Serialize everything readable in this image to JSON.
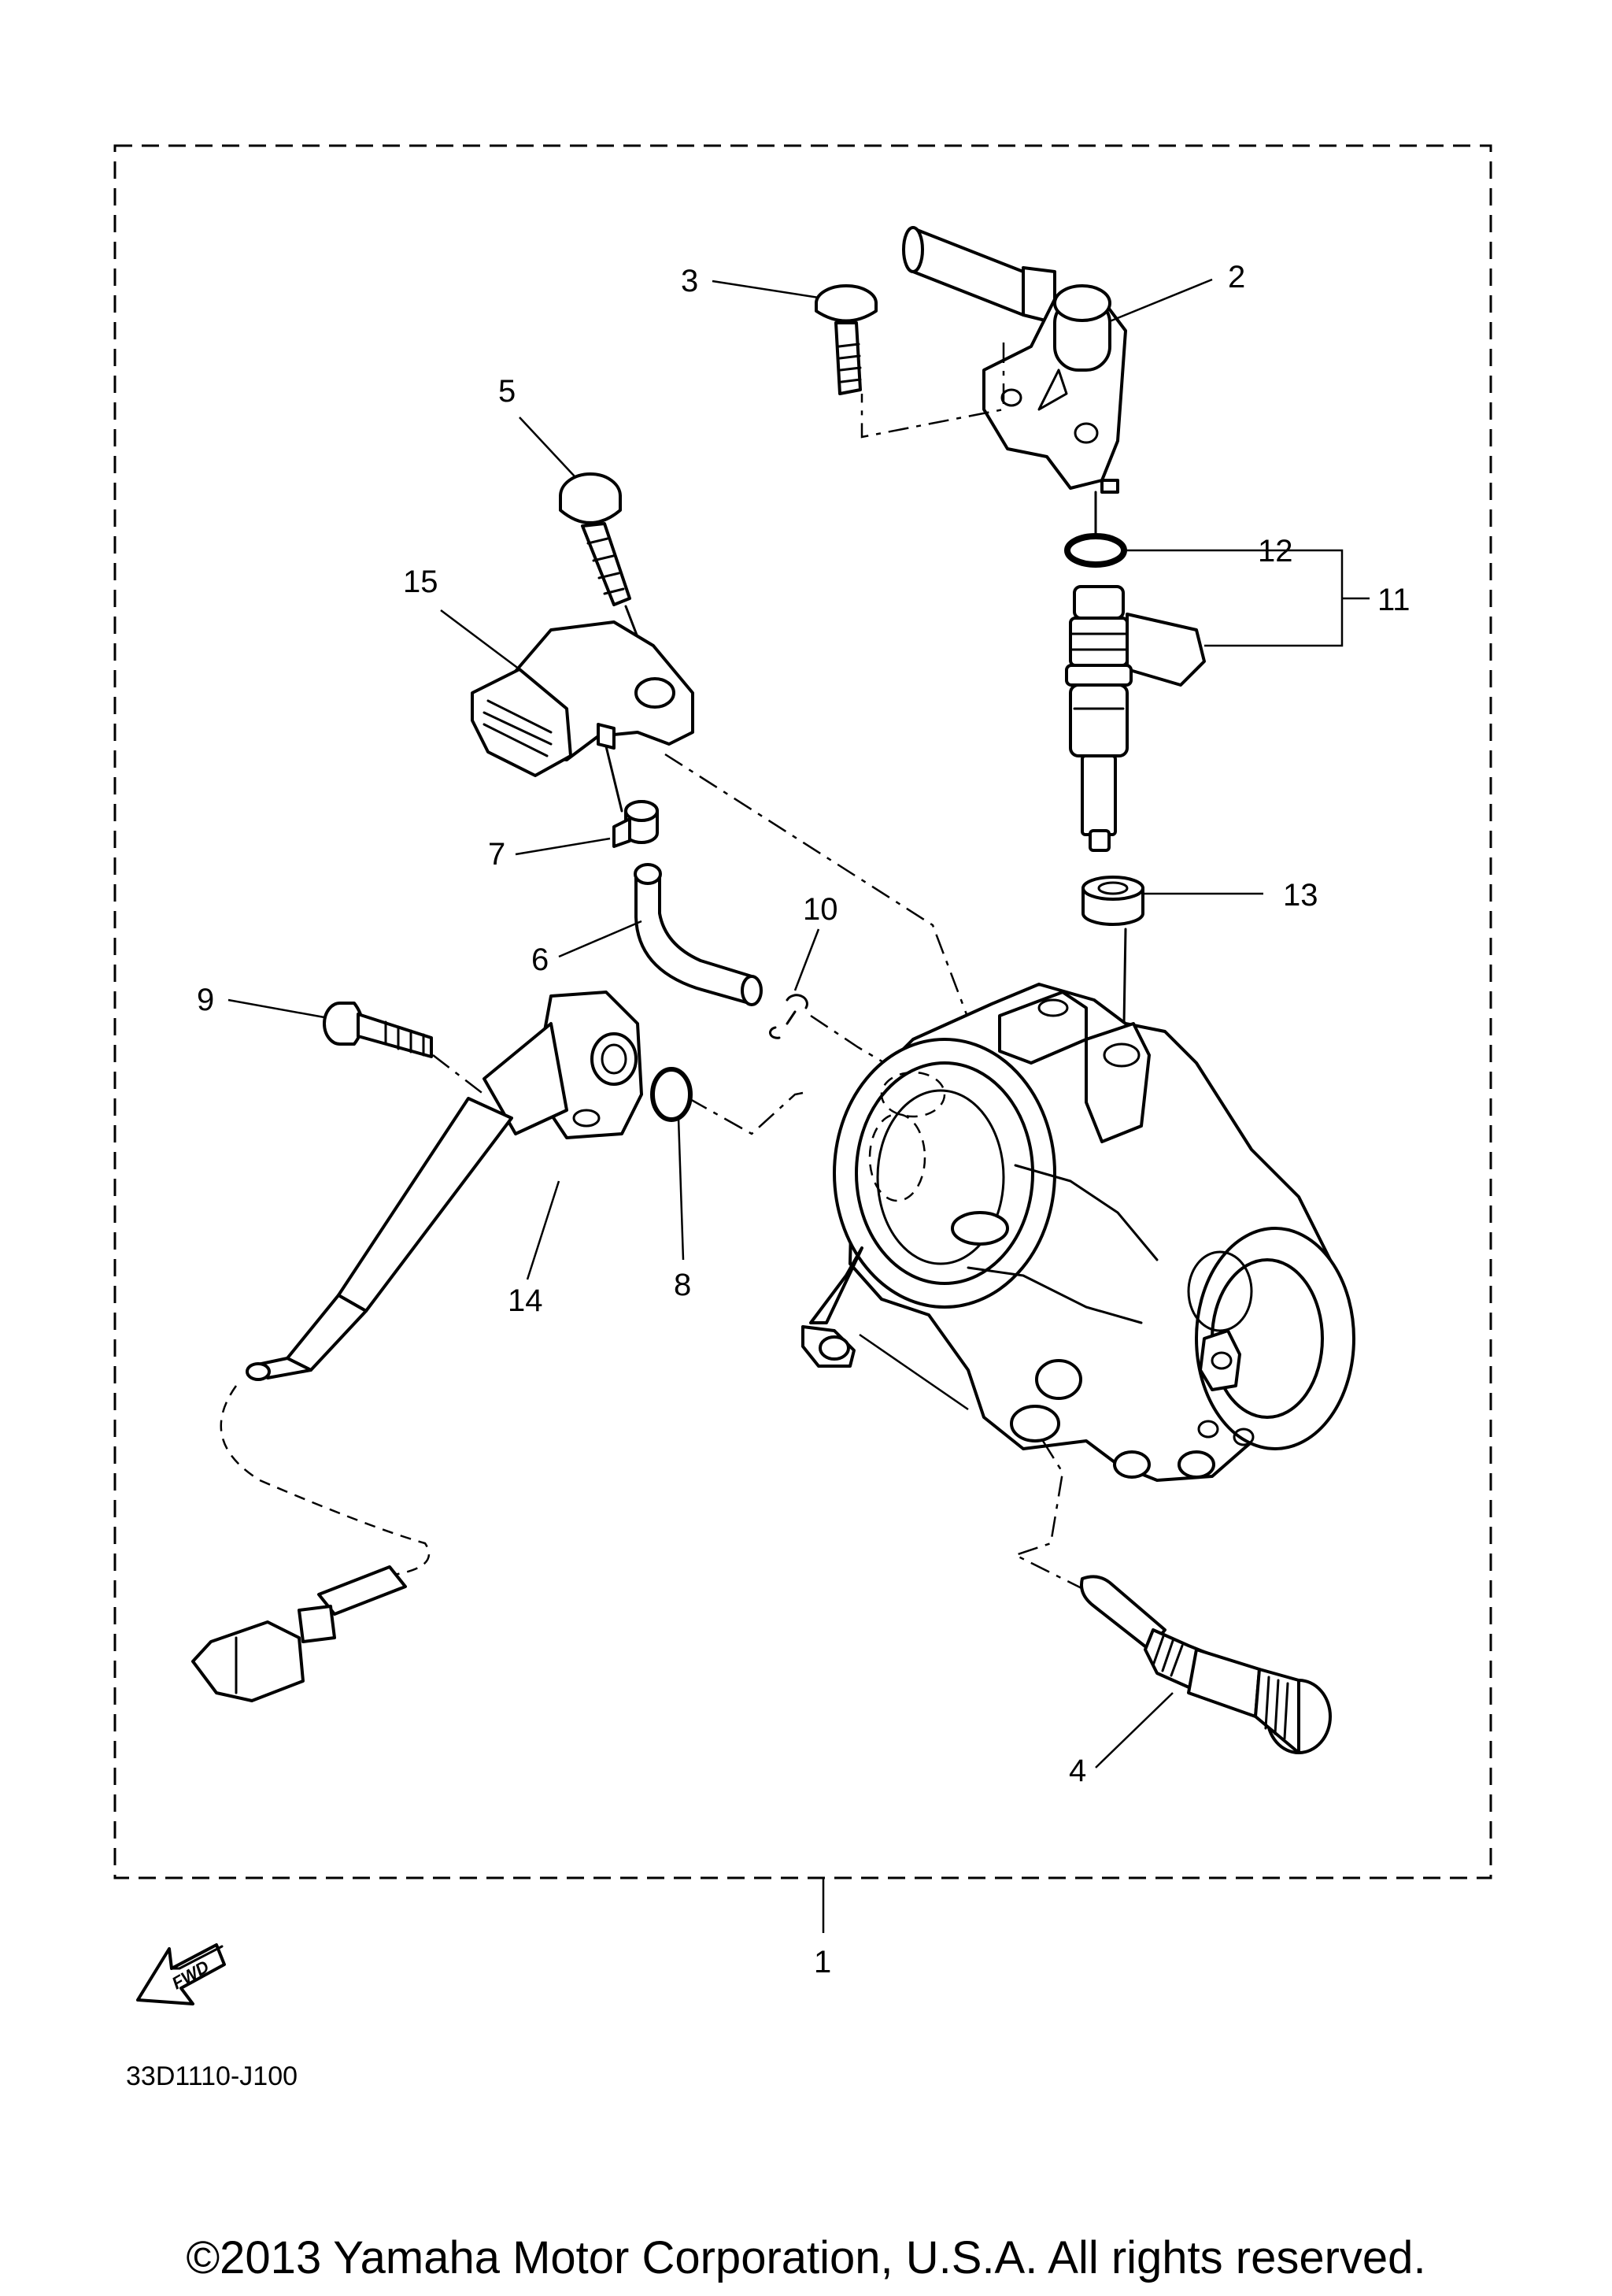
{
  "callouts": {
    "c1": "1",
    "c2": "2",
    "c3": "3",
    "c4": "4",
    "c5": "5",
    "c6": "6",
    "c7": "7",
    "c8": "8",
    "c9": "9",
    "c10": "10",
    "c11": "11",
    "c12": "12",
    "c13": "13",
    "c14": "14",
    "c15": "15"
  },
  "fwd_label": "FWD",
  "diagram_code": "33D1110-J100",
  "copyright": "©2013 Yamaha Motor Corporation, U.S.A. All rights reserved.",
  "colors": {
    "line": "#000000",
    "background": "#ffffff"
  }
}
